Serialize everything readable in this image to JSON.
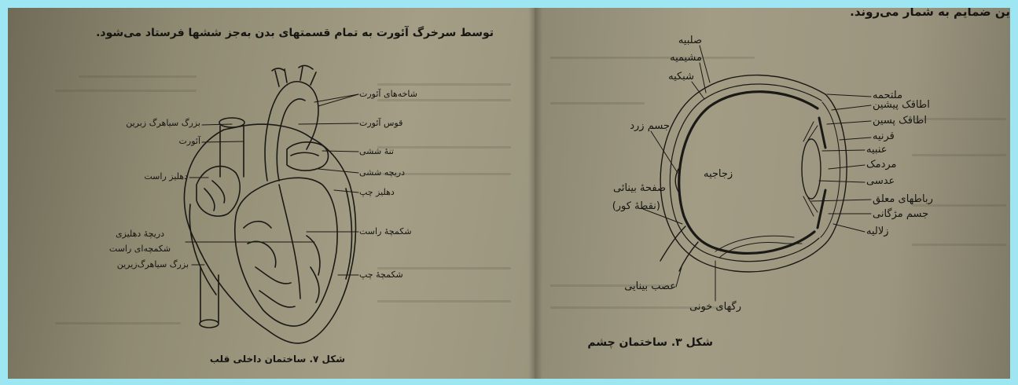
{
  "left_page": {
    "header": "توسط سرخرگ آئورت به تمام قسمتهای بدن به‌جز ششها فرستاد می‌شود.",
    "heart_labels": {
      "aortic_branches": "شاخه‌های آئورت",
      "superior_vena_cava": "بزرگ سیاهرگ زبرین",
      "aortic_arch": "قوس آئورت",
      "aorta": "آئورت",
      "pulmonary_trunk": "تنهٔ ششی",
      "pulmonary_valve": "دریچه ششی",
      "right_atrium": "دهلیز راست",
      "left_atrium": "دهلیز چپ",
      "right_ventricle": "شکمچهٔ راست",
      "tricuspid_valve": "دریچهٔ دهلیزی شکمچه‌ای راست",
      "left_ventricle": "شکمچهٔ چپ",
      "inferior_vena_cava": "بزرگ سیاهرگ‌زیرین"
    },
    "caption": "شکل ۷. ساختمان داخلی قلب"
  },
  "right_page": {
    "header": "ین ضمایم به شمار می‌روند.",
    "eye_labels": {
      "sclera": "صلبیه",
      "choroid": "مشیمیه",
      "retina": "شبکیه",
      "macula": "جسم زرد",
      "conjunctiva": "ملتحمه",
      "anterior_chamber": "اطاقک پیشین",
      "posterior_chamber": "اطاقک پسین",
      "cornea": "قرنیه",
      "iris": "عنبیه",
      "pupil": "مردمک",
      "lens": "عدسی",
      "vitreous": "زجاجیه",
      "optic_disc": "صفحهٔ بینائی",
      "blind_spot": "(نقطهٔ کور)",
      "suspensory_ligaments": "رباطهای معلق",
      "ciliary_body": "جسم مژگانی",
      "aqueous": "زلالیه",
      "optic_nerve": "عصب بینایی",
      "blood_vessels": "رگهای خونی"
    },
    "caption": "شکل ۳. ساختمان چشم"
  }
}
